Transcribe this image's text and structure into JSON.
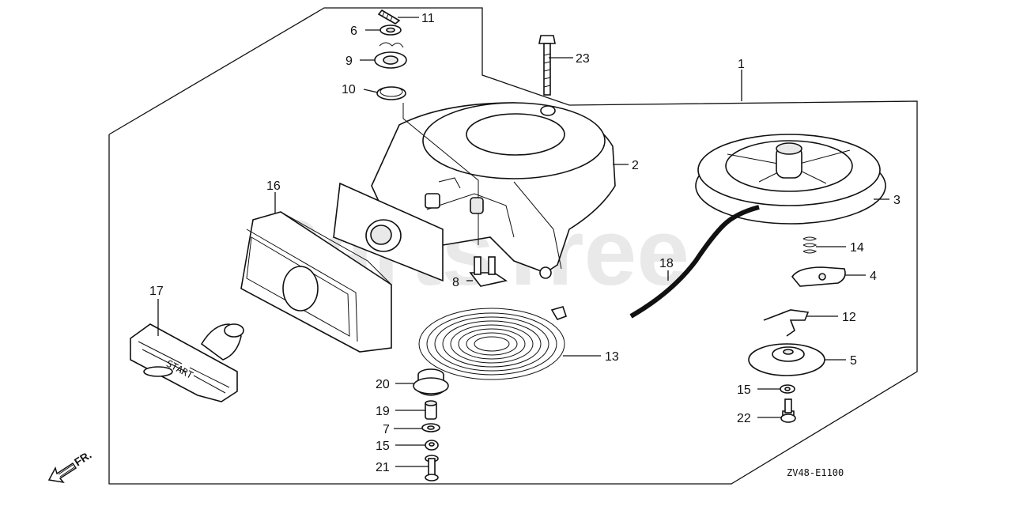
{
  "watermark": "PartsTree",
  "diagram_code": "ZV48-E1100",
  "front_marker": "FR.",
  "handle_text": "START",
  "callouts": [
    {
      "id": "c11",
      "label": "11"
    },
    {
      "id": "c6",
      "label": "6"
    },
    {
      "id": "c9",
      "label": "9"
    },
    {
      "id": "c10",
      "label": "10"
    },
    {
      "id": "c23",
      "label": "23"
    },
    {
      "id": "c1",
      "label": "1"
    },
    {
      "id": "c2",
      "label": "2"
    },
    {
      "id": "c3",
      "label": "3"
    },
    {
      "id": "c16",
      "label": "16"
    },
    {
      "id": "c14",
      "label": "14"
    },
    {
      "id": "c18",
      "label": "18"
    },
    {
      "id": "c8",
      "label": "8"
    },
    {
      "id": "c4",
      "label": "4"
    },
    {
      "id": "c17",
      "label": "17"
    },
    {
      "id": "c12",
      "label": "12"
    },
    {
      "id": "c13",
      "label": "13"
    },
    {
      "id": "c5",
      "label": "5"
    },
    {
      "id": "c20",
      "label": "20"
    },
    {
      "id": "c15a",
      "label": "15"
    },
    {
      "id": "c19",
      "label": "19"
    },
    {
      "id": "c22",
      "label": "22"
    },
    {
      "id": "c7",
      "label": "7"
    },
    {
      "id": "c15b",
      "label": "15"
    },
    {
      "id": "c21",
      "label": "21"
    }
  ]
}
